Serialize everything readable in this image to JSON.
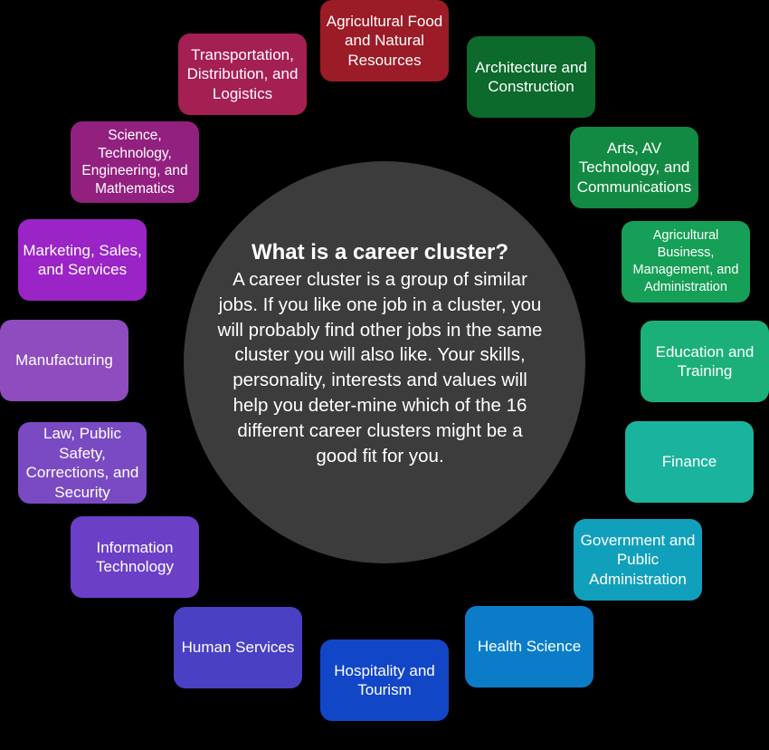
{
  "center": {
    "title": "What is a career cluster?",
    "body": "A career cluster is a group of similar jobs. If you like one job in a cluster, you will probably find other jobs in the same cluster you will also like. Your skills, personality, interests and values will help you deter-mine which of the 16 different career clusters might be a good fit for you."
  },
  "clusters": [
    {
      "label": "Agricultural Food and Natural Resources",
      "color": "#9b1b26"
    },
    {
      "label": "Architecture and Construction",
      "color": "#0c6a2c"
    },
    {
      "label": "Arts, AV Technology, and Communications",
      "color": "#138a43"
    },
    {
      "label": "Agricultural Business, Management, and Administration",
      "color": "#169f56"
    },
    {
      "label": "Education and Training",
      "color": "#1bb078"
    },
    {
      "label": "Finance",
      "color": "#1ab49e"
    },
    {
      "label": "Government and Public Administration",
      "color": "#11a0bb"
    },
    {
      "label": "Health Science",
      "color": "#0b7cc8"
    },
    {
      "label": "Hospitality and Tourism",
      "color": "#1146c6"
    },
    {
      "label": "Human Services",
      "color": "#4a40c3"
    },
    {
      "label": "Information Technology",
      "color": "#6b40c6"
    },
    {
      "label": "Law, Public Safety, Corrections, and Security",
      "color": "#7a4ac3"
    },
    {
      "label": "Manufacturing",
      "color": "#8e4cbf"
    },
    {
      "label": "Marketing, Sales, and Services",
      "color": "#9a24c6"
    },
    {
      "label": "Science, Technology, Engineering, and Mathematics",
      "color": "#92207f"
    },
    {
      "label": "Transportation, Distribution, and Logistics",
      "color": "#a41f52"
    }
  ]
}
